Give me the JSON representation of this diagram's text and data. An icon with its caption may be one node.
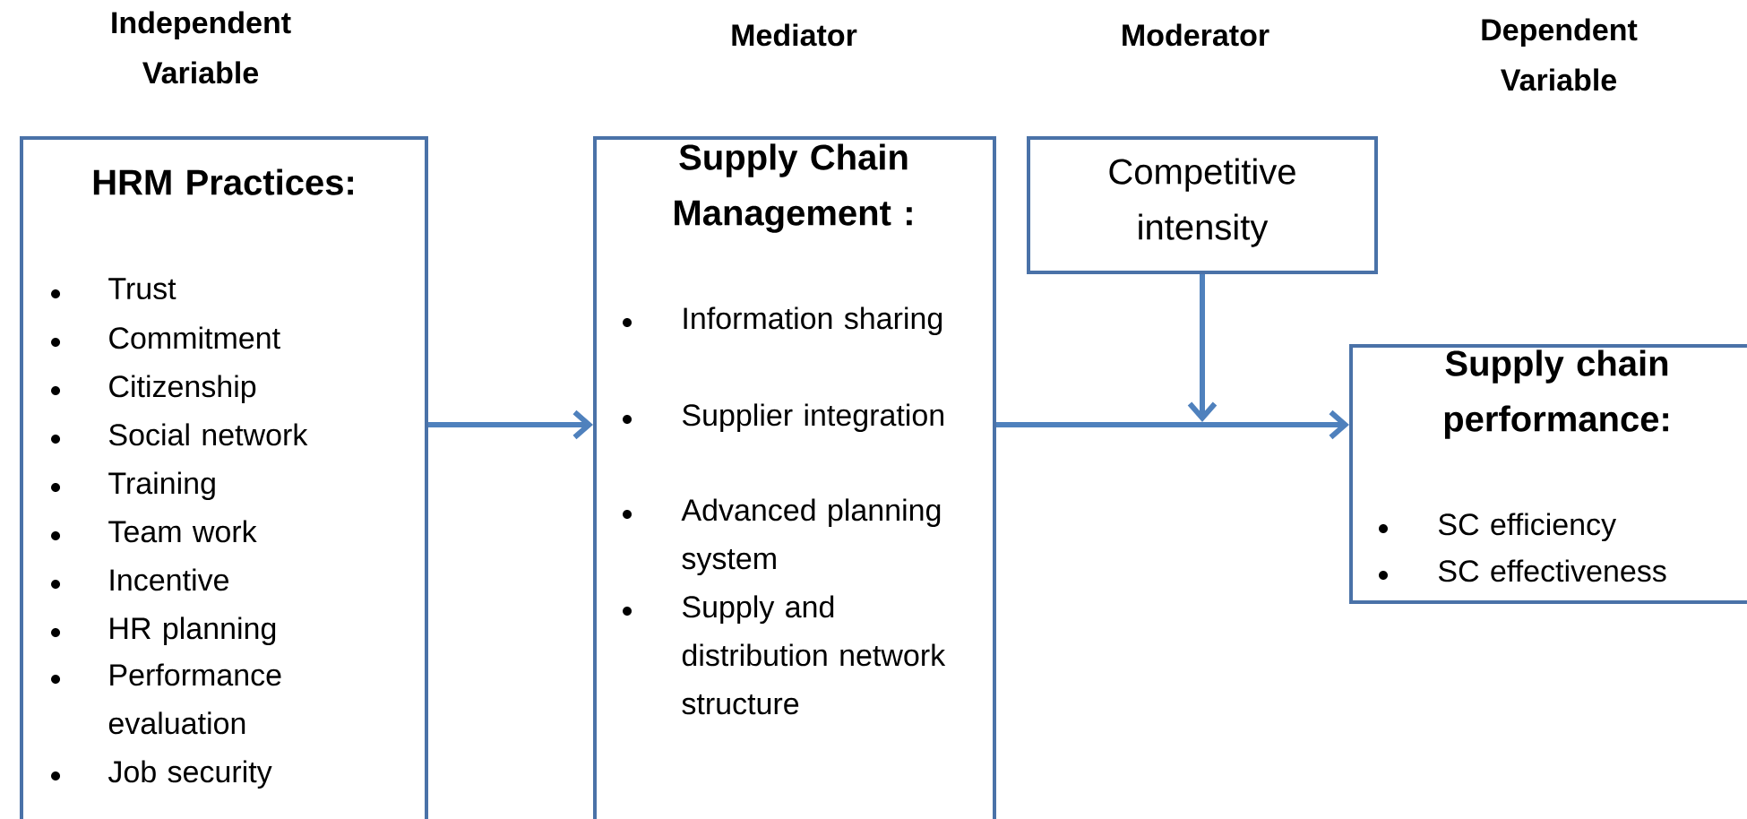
{
  "diagram": {
    "nodes": [
      {
        "text": [
          "HRM Practices:",
          "Trust",
          "Commitment",
          "Citizenship",
          "Social network",
          "Training",
          "Team work",
          "Incentive",
          "HR planning",
          "Performance evaluation",
          "Job security"
        ]
      },
      {
        "text": [
          "Supply Chain Management :",
          "Information sharing",
          "Supplier integration",
          "Advanced planning system",
          "Supply and distribution network structure"
        ]
      },
      {
        "text": [
          "Competitive intensity"
        ]
      },
      {
        "text": [
          "Supply chain performance:",
          "SC efficiency",
          "SC effectiveness"
        ]
      }
    ],
    "edges": [
      {
        "from": 0,
        "to": 1,
        "arrow": "to"
      },
      {
        "from": 1,
        "to": 3,
        "arrow": "to"
      },
      {
        "from": 2,
        "to": null,
        "arrow": "to"
      }
    ],
    "labels": [
      "Independent Variable",
      "Mediator",
      "Moderator",
      "Dependent Variable"
    ]
  }
}
